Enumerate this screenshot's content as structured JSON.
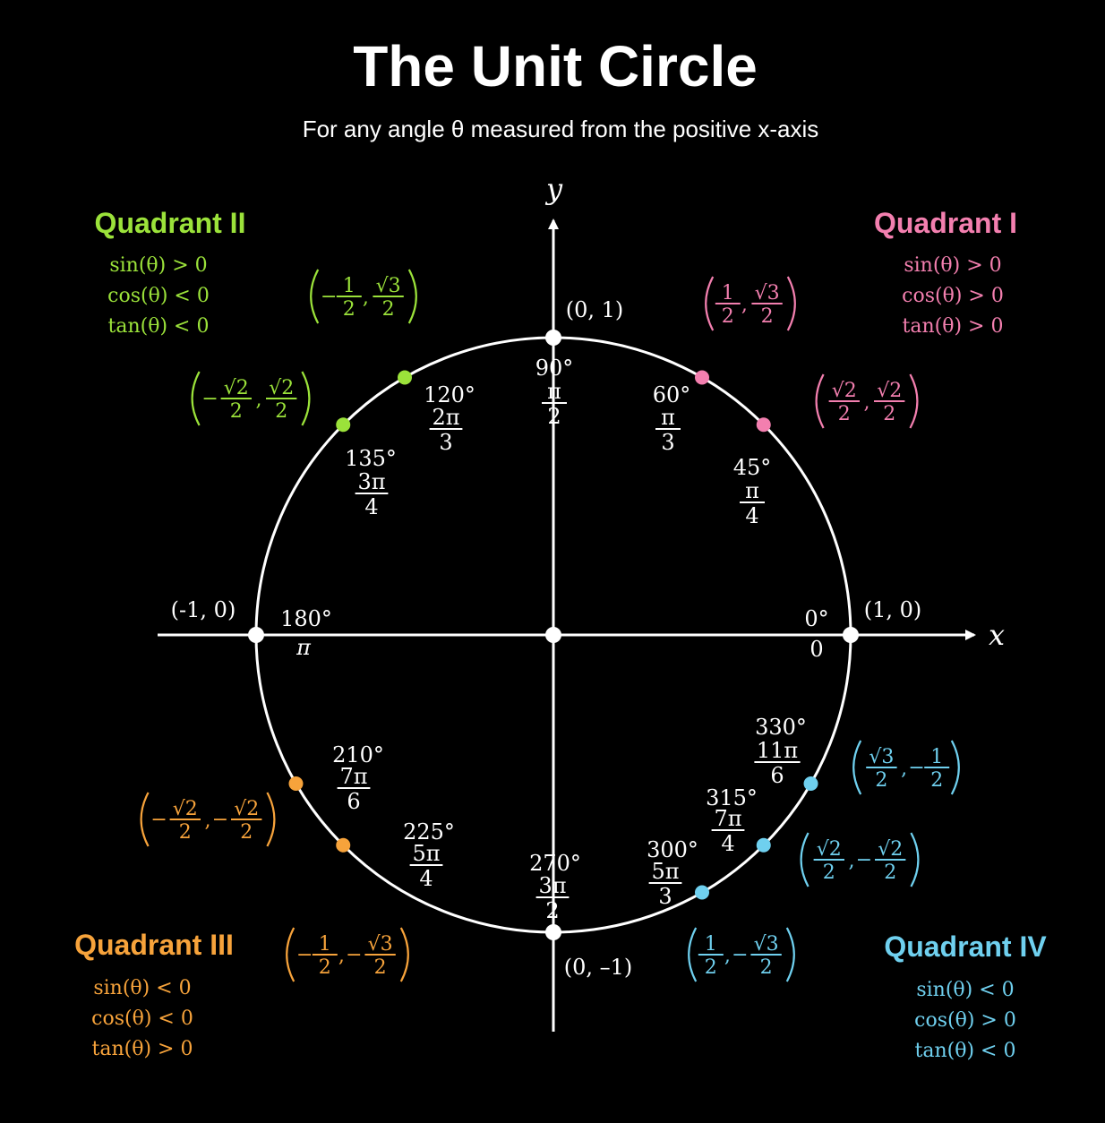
{
  "title": "The Unit Circle",
  "subtitle": "For any angle θ measured from the positive x-axis",
  "axes": {
    "x_label": "x",
    "y_label": "y"
  },
  "colors": {
    "q1": "#f37faf",
    "q2": "#9be23a",
    "q3": "#f7a33b",
    "q4": "#6fd0ef",
    "axis": "#ffffff"
  },
  "quadrants": [
    {
      "id": "q1",
      "title": "Quadrant I",
      "rules": [
        "sin(θ) > 0",
        "cos(θ) > 0",
        "tan(θ) > 0"
      ]
    },
    {
      "id": "q2",
      "title": "Quadrant II",
      "rules": [
        "sin(θ) > 0",
        "cos(θ) < 0",
        "tan(θ) < 0"
      ]
    },
    {
      "id": "q3",
      "title": "Quadrant III",
      "rules": [
        "sin(θ) < 0",
        "cos(θ) < 0",
        "tan(θ) > 0"
      ]
    },
    {
      "id": "q4",
      "title": "Quadrant IV",
      "rules": [
        "sin(θ) < 0",
        "cos(θ) > 0",
        "tan(θ) < 0"
      ]
    }
  ],
  "axis_points": [
    {
      "angle_deg": 0,
      "degree_label": "0°",
      "radian": "0",
      "coord": "(1, 0)"
    },
    {
      "angle_deg": 90,
      "degree_label": "90°",
      "radian": {
        "num": "π",
        "den": "2"
      },
      "coord": "(0, 1)"
    },
    {
      "angle_deg": 180,
      "degree_label": "180°",
      "radian": "π",
      "coord": "(-1, 0)"
    },
    {
      "angle_deg": 270,
      "degree_label": "270°",
      "radian": {
        "num": "3π",
        "den": "2"
      },
      "coord": "(0, –1)"
    }
  ],
  "quadrant_points": [
    {
      "angle_deg": 45,
      "quadrant": "q1",
      "degree_label": "45°",
      "radian": {
        "num": "π",
        "den": "4"
      },
      "coord": {
        "x": {
          "sign": "",
          "num": "√2",
          "den": "2"
        },
        "y": {
          "sign": "",
          "num": "√2",
          "den": "2"
        }
      }
    },
    {
      "angle_deg": 60,
      "quadrant": "q1",
      "degree_label": "60°",
      "radian": {
        "num": "π",
        "den": "3"
      },
      "coord": {
        "x": {
          "sign": "",
          "num": "1",
          "den": "2"
        },
        "y": {
          "sign": "",
          "num": "√3",
          "den": "2"
        }
      }
    },
    {
      "angle_deg": 120,
      "quadrant": "q2",
      "degree_label": "120°",
      "radian": {
        "num": "2π",
        "den": "3"
      },
      "coord": {
        "x": {
          "sign": "−",
          "num": "1",
          "den": "2"
        },
        "y": {
          "sign": "",
          "num": "√3",
          "den": "2"
        }
      }
    },
    {
      "angle_deg": 135,
      "quadrant": "q2",
      "degree_label": "135°",
      "radian": {
        "num": "3π",
        "den": "4"
      },
      "coord": {
        "x": {
          "sign": "−",
          "num": "√2",
          "den": "2"
        },
        "y": {
          "sign": "",
          "num": "√2",
          "den": "2"
        }
      }
    },
    {
      "angle_deg": 210,
      "quadrant": "q3",
      "degree_label": "210°",
      "radian": {
        "num": "7π",
        "den": "6"
      },
      "coord": {
        "x": {
          "sign": "−",
          "num": "√2",
          "den": "2"
        },
        "y": {
          "sign": "−",
          "num": "√2",
          "den": "2"
        }
      }
    },
    {
      "angle_deg": 225,
      "quadrant": "q3",
      "degree_label": "225°",
      "radian": {
        "num": "5π",
        "den": "4"
      },
      "coord": {
        "x": {
          "sign": "−",
          "num": "1",
          "den": "2"
        },
        "y": {
          "sign": "−",
          "num": "√3",
          "den": "2"
        }
      }
    },
    {
      "angle_deg": 300,
      "quadrant": "q4",
      "degree_label": "300°",
      "radian": {
        "num": "5π",
        "den": "3"
      },
      "coord": {
        "x": {
          "sign": "",
          "num": "1",
          "den": "2"
        },
        "y": {
          "sign": "−",
          "num": "√3",
          "den": "2"
        }
      }
    },
    {
      "angle_deg": 315,
      "quadrant": "q4",
      "degree_label": "315°",
      "radian": {
        "num": "7π",
        "den": "4"
      },
      "coord": {
        "x": {
          "sign": "",
          "num": "√2",
          "den": "2"
        },
        "y": {
          "sign": "−",
          "num": "√2",
          "den": "2"
        }
      }
    },
    {
      "angle_deg": 330,
      "quadrant": "q4",
      "degree_label": "330°",
      "radian": {
        "num": "11π",
        "den": "6"
      },
      "coord": {
        "x": {
          "sign": "",
          "num": "√3",
          "den": "2"
        },
        "y": {
          "sign": "−",
          "num": "1",
          "den": "2"
        }
      }
    }
  ]
}
